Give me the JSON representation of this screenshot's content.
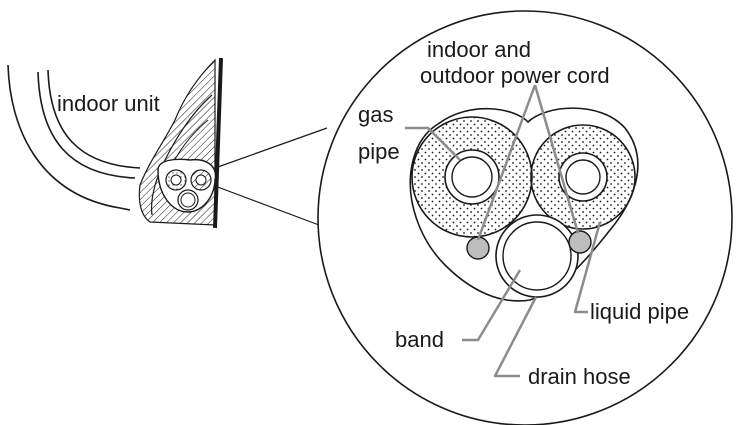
{
  "labels": {
    "indoor_unit": "indoor unit",
    "power_cord_line1": "indoor and",
    "power_cord_line2": "outdoor power cord",
    "gas_line1": "gas",
    "gas_line2": "pipe",
    "liquid_pipe": "liquid pipe",
    "band": "band",
    "drain_hose": "drain hose"
  },
  "colors": {
    "line": "#1a1a1a",
    "leader": "#8c8c8c",
    "cord_fill": "#bdbdbd"
  }
}
